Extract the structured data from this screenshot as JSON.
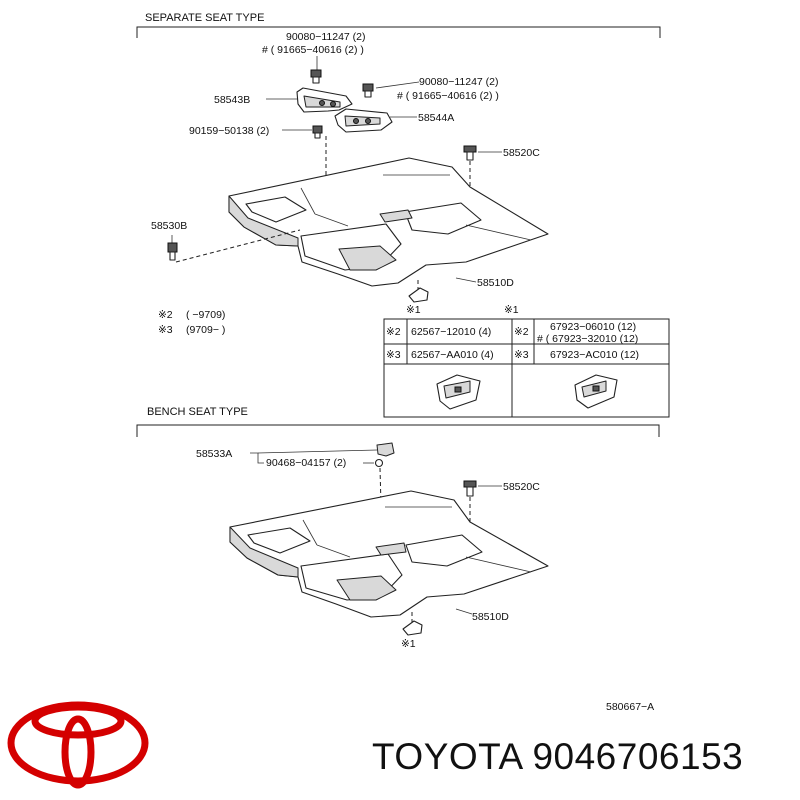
{
  "sections": {
    "separate": {
      "title": "SEPARATE SEAT TYPE"
    },
    "bench": {
      "title": "BENCH SEAT TYPE"
    }
  },
  "labels": {
    "p90080_a": "90080−11247 (2)",
    "p91665_a": "# ( 91665−40616 (2) )",
    "p90080_b": "90080−11247 (2)",
    "p91665_b": "# ( 91665−40616 (2) )",
    "p58543B": "58543B",
    "p58544A": "58544A",
    "p90159": "90159−50138 (2)",
    "p58520C_a": "58520C",
    "p58530B": "58530B",
    "p58510D_a": "58510D",
    "note_star2_mark": "※2",
    "note_star2_range": "(        −9709)",
    "note_star3_mark": "※3",
    "note_star3_range": "(9709−        )",
    "star1_a": "※1",
    "p58533A": "58533A",
    "p90468": "90468−04157 (2)",
    "p58520C_b": "58520C",
    "p58510D_b": "58510D",
    "star1_b": "※1",
    "figure_code": "580667−A"
  },
  "clip_table": {
    "rows": [
      {
        "mark": "※2",
        "left": "62567−12010 (4)",
        "mark2": "※2",
        "right_1": "67923−06010 (12)",
        "right_2": "# ( 67923−32010 (12)"
      },
      {
        "mark": "※3",
        "left": "62567−AA010 (4)",
        "mark2": "※3",
        "right_1": "67923−AC010 (12)"
      }
    ]
  },
  "brand": {
    "name": "TOYOTA",
    "part_number": "9046706153",
    "logo_color": "#d40000"
  }
}
